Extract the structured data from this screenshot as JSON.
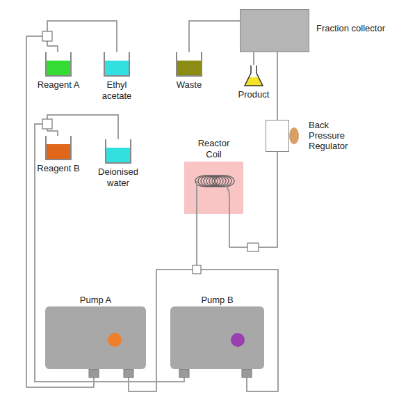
{
  "diagram": {
    "nodes": [
      {
        "text": [
          "Reagent A"
        ]
      },
      {
        "text": [
          "Ethyl acetate"
        ]
      },
      {
        "text": [
          "Waste"
        ]
      },
      {
        "text": [
          "Product"
        ]
      },
      {
        "text": [
          "Fraction collector"
        ]
      },
      {
        "text": [
          "Reagent B"
        ]
      },
      {
        "text": [
          "Deionised water"
        ]
      },
      {
        "text": [
          "Reactor Coil"
        ]
      },
      {
        "text": [
          "Back Pressure Regulator"
        ]
      },
      {
        "text": [
          "Pump A"
        ]
      },
      {
        "text": [
          "Pump B"
        ]
      }
    ],
    "edges": [
      {
        "from": 0,
        "to": 9,
        "arrow": "none"
      },
      {
        "from": 1,
        "to": 9,
        "arrow": "none"
      },
      {
        "from": 5,
        "to": 10,
        "arrow": "none"
      },
      {
        "from": 6,
        "to": 10,
        "arrow": "none"
      },
      {
        "from": 9,
        "to": 7,
        "arrow": "none"
      },
      {
        "from": 10,
        "to": 7,
        "arrow": "none"
      },
      {
        "from": 7,
        "to": 8,
        "arrow": "none"
      },
      {
        "from": 8,
        "to": 4,
        "arrow": "none"
      },
      {
        "from": 4,
        "to": 2,
        "arrow": "none"
      },
      {
        "from": 4,
        "to": 3,
        "arrow": "none"
      }
    ]
  }
}
